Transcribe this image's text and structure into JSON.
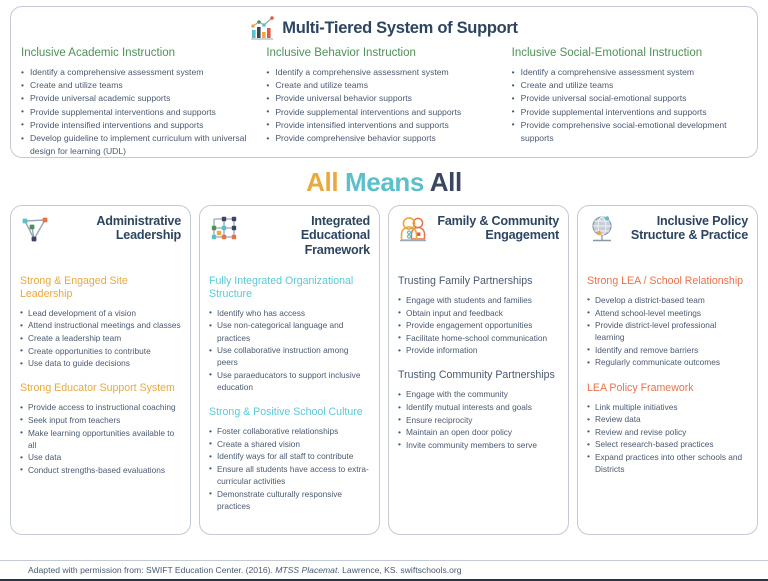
{
  "mtss": {
    "title": "Multi-Tiered System of Support",
    "icon": "bar-chart-line-icon",
    "accent_color": "#4d9158",
    "columns": [
      {
        "title": "Inclusive Academic Instruction",
        "items": [
          "Identify a comprehensive assessment system",
          "Create and utilize teams",
          "Provide universal academic supports",
          "Provide supplemental interventions and supports",
          "Provide intensified interventions and supports",
          "Develop guideline to implement curriculum with universal design for learning (UDL)"
        ]
      },
      {
        "title": "Inclusive Behavior Instruction",
        "items": [
          "Identify a comprehensive assessment system",
          "Create and utilize teams",
          "Provide universal behavior supports",
          "Provide supplemental interventions and supports",
          "Provide intensified interventions and supports",
          "Provide comprehensive behavior supports"
        ]
      },
      {
        "title": "Inclusive Social-Emotional Instruction",
        "items": [
          "Identify a comprehensive assessment system",
          "Create and utilize teams",
          "Provide universal social-emotional supports",
          "Provide supplemental interventions and supports",
          "Provide comprehensive social-emotional development supports"
        ]
      }
    ]
  },
  "tagline": {
    "word1": "All",
    "word2": "Means",
    "word3": "All",
    "color1": "#e9a93e",
    "color2": "#5cc0cc",
    "color3": "#3b4663"
  },
  "cards": [
    {
      "title": "Administrative Leadership",
      "icon": "network-nodes-icon",
      "accent_color": "#e9a93e",
      "sections": [
        {
          "heading": "Strong & Engaged Site Leadership",
          "items": [
            "Lead development of a vision",
            "Attend instructional meetings and classes",
            "Create a leadership team",
            "Create opportunities to contribute",
            "Use data to guide decisions"
          ]
        },
        {
          "heading": "Strong Educator Support System",
          "items": [
            "Provide access to instructional coaching",
            "Seek input from teachers",
            "Make learning opportunities available to all",
            "Use data",
            "Conduct strengths-based evaluations"
          ]
        }
      ]
    },
    {
      "title": "Integrated Educational Framework",
      "icon": "grid-lattice-icon",
      "accent_color": "#5cc8d8",
      "sections": [
        {
          "heading": "Fully Integrated Organizational Structure",
          "items": [
            "Identify who has access",
            "Use non-categorical language and practices",
            "Use collaborative instruction among peers",
            "Use paraeducators to support inclusive education"
          ]
        },
        {
          "heading": "Strong & Positive School Culture",
          "items": [
            "Foster collaborative relationships",
            "Create a shared vision",
            "Identify ways for all staff to contribute",
            "Ensure all students have access to extra-curricular activities",
            "Demonstrate culturally responsive practices"
          ]
        }
      ]
    },
    {
      "title": "Family & Community Engagement",
      "icon": "two-people-icon",
      "accent_color": "#4a5a70",
      "sections": [
        {
          "heading": "Trusting Family Partnerships",
          "items": [
            "Engage with students and families",
            "Obtain input and feedback",
            "Provide engagement opportunities",
            "Facilitate home-school communication",
            "Provide information"
          ]
        },
        {
          "heading": "Trusting Community Partnerships",
          "items": [
            "Engage with the community",
            "Identify mutual interests and goals",
            "Ensure reciprocity",
            "Maintain an open door policy",
            "Invite community members to serve"
          ]
        }
      ]
    },
    {
      "title": "Inclusive Policy Structure & Practice",
      "icon": "globe-stand-icon",
      "accent_color": "#e8734a",
      "sections": [
        {
          "heading": "Strong LEA / School Relationship",
          "items": [
            "Develop a district-based team",
            "Attend school-level meetings",
            "Provide district-level professional learning",
            "Identify and remove barriers",
            "Regularly communicate outcomes"
          ]
        },
        {
          "heading": "LEA Policy Framework",
          "items": [
            "Link multiple initiatives",
            "Review data",
            "Review and revise policy",
            "Select research-based practices",
            "Expand practices into other schools and Districts"
          ]
        }
      ]
    }
  ],
  "footer": {
    "prefix": "Adapted with permission from: SWIFT Education Center. (2016).",
    "italic": "MTSS Placemat",
    "suffix": ". Lawrence, KS.  swiftschools.org"
  }
}
